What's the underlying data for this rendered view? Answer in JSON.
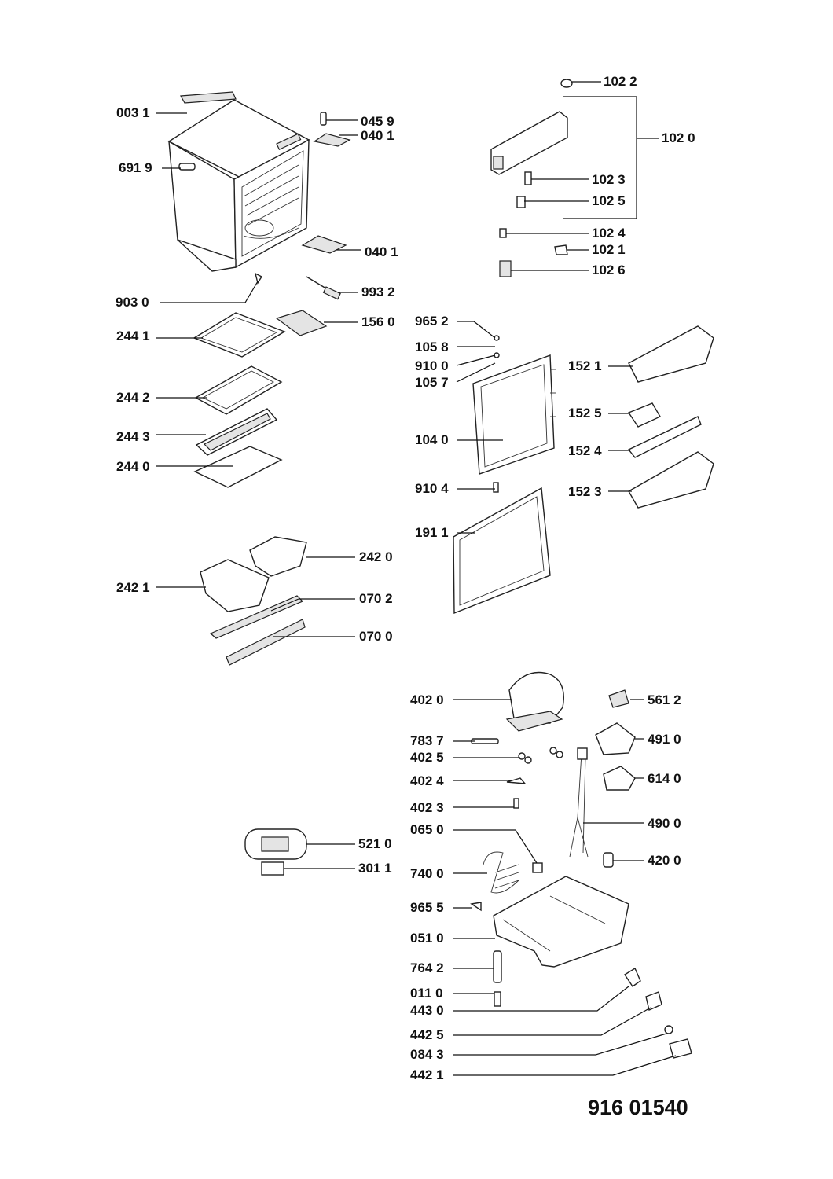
{
  "document_number": "916 01540",
  "parts": [
    {
      "label": "003 1"
    },
    {
      "label": "691 9"
    },
    {
      "label": "045 9"
    },
    {
      "label": "040 1"
    },
    {
      "label": "040 1"
    },
    {
      "label": "903 0"
    },
    {
      "label": "993 2"
    },
    {
      "label": "156 0"
    },
    {
      "label": "244 1"
    },
    {
      "label": "244 2"
    },
    {
      "label": "244 3"
    },
    {
      "label": "244 0"
    },
    {
      "label": "242 0"
    },
    {
      "label": "242 1"
    },
    {
      "label": "070 2"
    },
    {
      "label": "070 0"
    },
    {
      "label": "102 2"
    },
    {
      "label": "102 0"
    },
    {
      "label": "102 3"
    },
    {
      "label": "102 5"
    },
    {
      "label": "102 4"
    },
    {
      "label": "102 1"
    },
    {
      "label": "102 6"
    },
    {
      "label": "965 2"
    },
    {
      "label": "105 8"
    },
    {
      "label": "910 0"
    },
    {
      "label": "105 7"
    },
    {
      "label": "104 0"
    },
    {
      "label": "910 4"
    },
    {
      "label": "191 1"
    },
    {
      "label": "152 1"
    },
    {
      "label": "152 5"
    },
    {
      "label": "152 4"
    },
    {
      "label": "152 3"
    },
    {
      "label": "402 0"
    },
    {
      "label": "561 2"
    },
    {
      "label": "783 7"
    },
    {
      "label": "491 0"
    },
    {
      "label": "402 5"
    },
    {
      "label": "402 4"
    },
    {
      "label": "614 0"
    },
    {
      "label": "402 3"
    },
    {
      "label": "490 0"
    },
    {
      "label": "065 0"
    },
    {
      "label": "521 0"
    },
    {
      "label": "301 1"
    },
    {
      "label": "740 0"
    },
    {
      "label": "420 0"
    },
    {
      "label": "965 5"
    },
    {
      "label": "051 0"
    },
    {
      "label": "764 2"
    },
    {
      "label": "011 0"
    },
    {
      "label": "443 0"
    },
    {
      "label": "442 5"
    },
    {
      "label": "084 3"
    },
    {
      "label": "442 1"
    }
  ]
}
